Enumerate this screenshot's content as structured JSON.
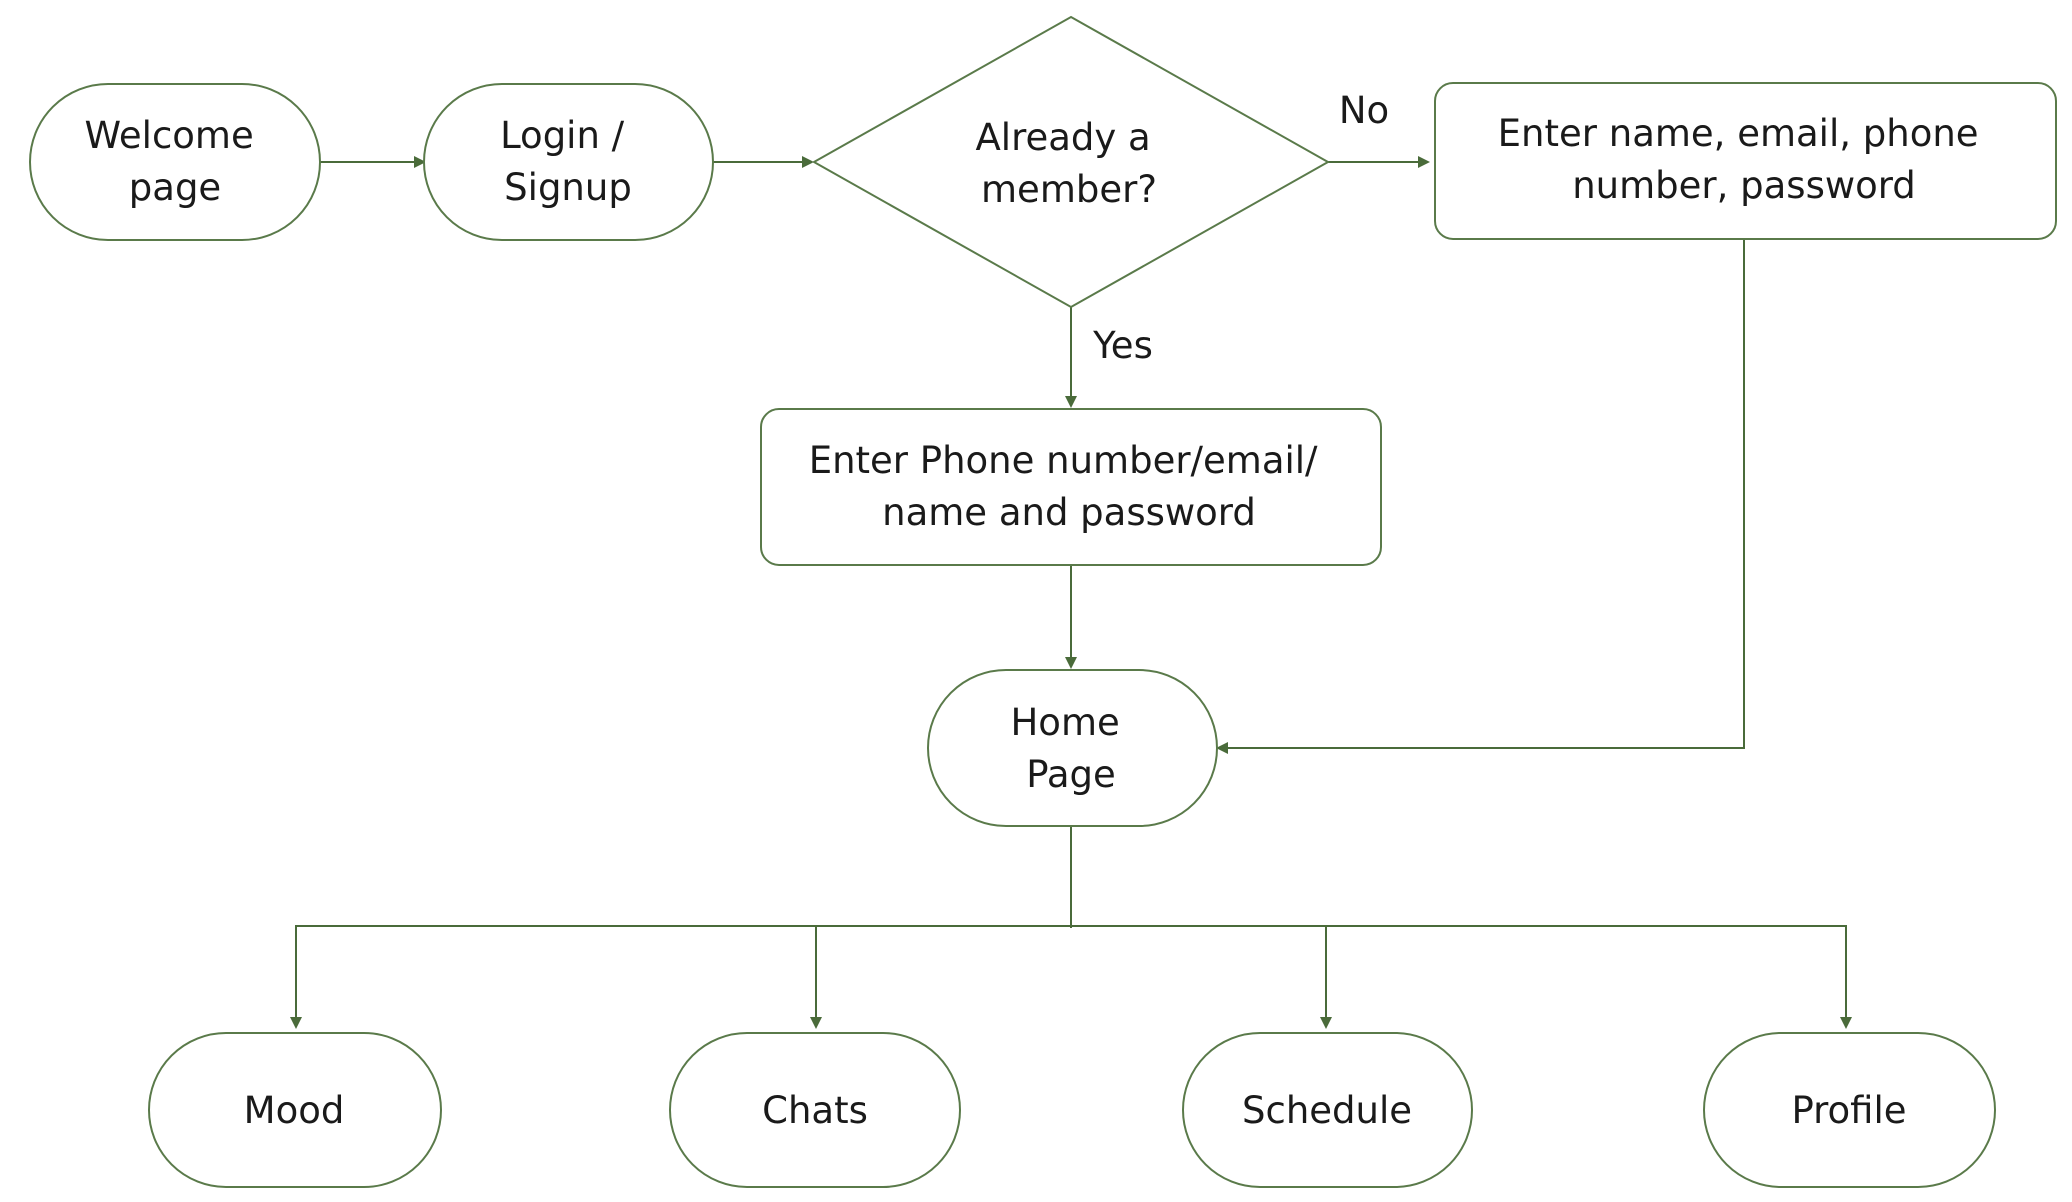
{
  "diagram": {
    "colors": {
      "stroke": "#5a7a4a",
      "arrow": "#4a6b3a",
      "text": "#1a1a1a",
      "background": "#ffffff"
    },
    "nodes": {
      "welcome": {
        "shape": "terminator",
        "lines": [
          "Welcome",
          "page"
        ]
      },
      "login_signup": {
        "shape": "terminator",
        "lines": [
          "Login /",
          "Signup"
        ]
      },
      "already_member": {
        "shape": "decision",
        "lines": [
          "Already a",
          "member?"
        ]
      },
      "signup_form": {
        "shape": "process",
        "lines": [
          "Enter name, email, phone",
          "number, password"
        ]
      },
      "login_form": {
        "shape": "process",
        "lines": [
          "Enter Phone number/email/",
          "name and password"
        ]
      },
      "home": {
        "shape": "terminator",
        "lines": [
          "Home",
          "Page"
        ]
      },
      "mood": {
        "shape": "terminator",
        "lines": [
          "Mood"
        ]
      },
      "chats": {
        "shape": "terminator",
        "lines": [
          "Chats"
        ]
      },
      "schedule": {
        "shape": "terminator",
        "lines": [
          "Schedule"
        ]
      },
      "profile": {
        "shape": "terminator",
        "lines": [
          "Profile"
        ]
      }
    },
    "edges": [
      {
        "from": "welcome",
        "to": "login_signup",
        "label": ""
      },
      {
        "from": "login_signup",
        "to": "already_member",
        "label": ""
      },
      {
        "from": "already_member",
        "to": "signup_form",
        "label": "No"
      },
      {
        "from": "already_member",
        "to": "login_form",
        "label": "Yes"
      },
      {
        "from": "login_form",
        "to": "home",
        "label": ""
      },
      {
        "from": "signup_form",
        "to": "home",
        "label": ""
      },
      {
        "from": "home",
        "to": "mood",
        "label": ""
      },
      {
        "from": "home",
        "to": "chats",
        "label": ""
      },
      {
        "from": "home",
        "to": "schedule",
        "label": ""
      },
      {
        "from": "home",
        "to": "profile",
        "label": ""
      }
    ]
  }
}
